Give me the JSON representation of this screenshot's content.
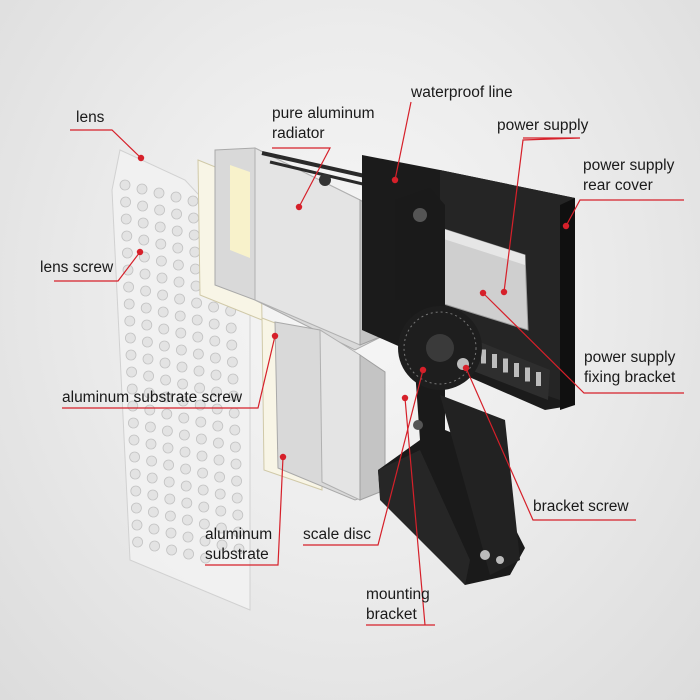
{
  "labels": {
    "lens": [
      "lens"
    ],
    "lens_screw": [
      "lens screw"
    ],
    "radiator": [
      "pure aluminum",
      "radiator"
    ],
    "waterproof_line": [
      "waterproof line"
    ],
    "power_supply": [
      "power supply"
    ],
    "power_supply_rear_cover": [
      "power supply",
      "rear cover"
    ],
    "power_supply_fixing_bracket": [
      "power supply",
      "fixing bracket"
    ],
    "aluminum_substrate_screw": [
      "aluminum substrate screw"
    ],
    "bracket_screw": [
      "bracket screw"
    ],
    "aluminum_substrate": [
      "aluminum",
      "substrate"
    ],
    "scale_disc": [
      "scale disc"
    ],
    "mounting_bracket": [
      "mounting",
      "bracket"
    ]
  },
  "colors": {
    "leader": "#d6202a",
    "text": "#1a1a1a",
    "housing": "#d7d7d7",
    "bracket": "#1c1c1c",
    "led": "#fff3b0"
  }
}
